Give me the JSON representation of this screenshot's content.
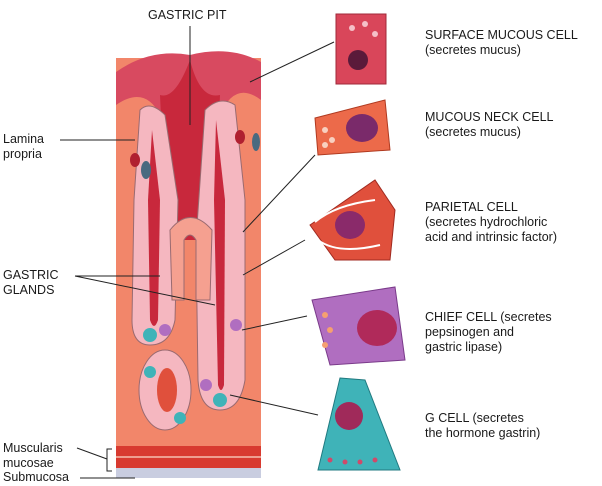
{
  "diagram": {
    "title_label": "GASTRIC PIT",
    "left_labels": {
      "lamina_propria": [
        "Lamina",
        "propria"
      ],
      "gastric_glands": [
        "GASTRIC",
        "GLANDS"
      ],
      "muscularis_mucosae": [
        "Muscularis",
        "mucosae"
      ],
      "submucosa": "Submucosa"
    },
    "cells": [
      {
        "name": "SURFACE MUCOUS CELL",
        "lines": [
          "SURFACE MUCOUS CELL",
          "(secretes mucus)"
        ],
        "color": "#d9465a"
      },
      {
        "name": "MUCOUS NECK CELL",
        "lines": [
          "MUCOUS NECK CELL",
          "(secretes mucus)"
        ],
        "color": "#ec6a4a"
      },
      {
        "name": "PARIETAL CELL",
        "lines": [
          "PARIETAL CELL",
          "(secretes hydrochloric",
          "acid and intrinsic factor)"
        ],
        "color": "#e0503c"
      },
      {
        "name": "CHIEF CELL",
        "lines": [
          "CHIEF CELL (secretes",
          "pepsinogen and",
          "gastric lipase)"
        ],
        "color": "#b06ec0"
      },
      {
        "name": "G CELL",
        "lines": [
          "G CELL (secretes",
          "the hormone gastrin)"
        ],
        "color": "#3fb3b8"
      }
    ],
    "colors": {
      "lamina": "#f2866a",
      "epithelium": "#f5b7c0",
      "lumen": "#c8283c",
      "muscle": "#d83a30",
      "submucosa": "#c9cde0",
      "nucleus": "#8a2a5a"
    }
  }
}
